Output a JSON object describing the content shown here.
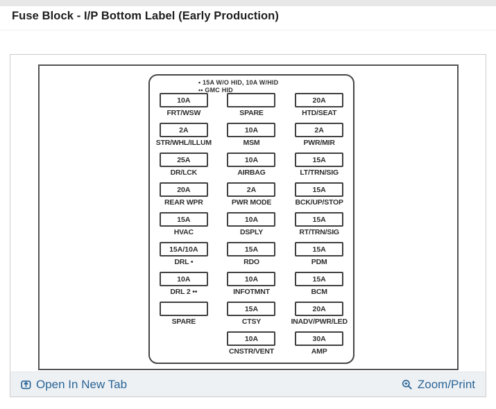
{
  "page": {
    "title": "Fuse Block - I/P Bottom Label (Early Production)"
  },
  "toolbar": {
    "open_label": "Open In New Tab",
    "zoom_label": "Zoom/Print"
  },
  "colors": {
    "link_blue": "#2a6496",
    "diagram_ink": "#3f3f3f",
    "toolbar_bg": "#eef1f4",
    "top_strip": "#e8e8e8"
  },
  "diagram": {
    "legend": [
      "• 15A W/O HID, 10A W/HID",
      "•• GMC HID"
    ],
    "rows": [
      [
        {
          "amp": "10A",
          "label": "FRT/WSW"
        },
        {
          "amp": "",
          "label": "SPARE"
        },
        {
          "amp": "20A",
          "label": "HTD/SEAT"
        }
      ],
      [
        {
          "amp": "2A",
          "label": "STR/WHL/ILLUM"
        },
        {
          "amp": "10A",
          "label": "MSM"
        },
        {
          "amp": "2A",
          "label": "PWR/MIR"
        }
      ],
      [
        {
          "amp": "25A",
          "label": "DR/LCK"
        },
        {
          "amp": "10A",
          "label": "AIRBAG"
        },
        {
          "amp": "15A",
          "label": "LT/TRN/SIG"
        }
      ],
      [
        {
          "amp": "20A",
          "label": "REAR WPR"
        },
        {
          "amp": "2A",
          "label": "PWR MODE"
        },
        {
          "amp": "15A",
          "label": "BCK/UP/STOP"
        }
      ],
      [
        {
          "amp": "15A",
          "label": "HVAC"
        },
        {
          "amp": "10A",
          "label": "DSPLY"
        },
        {
          "amp": "15A",
          "label": "RT/TRN/SIG"
        }
      ],
      [
        {
          "amp": "15A/10A",
          "label": "DRL •"
        },
        {
          "amp": "15A",
          "label": "RDO"
        },
        {
          "amp": "15A",
          "label": "PDM"
        }
      ],
      [
        {
          "amp": "10A",
          "label": "DRL 2 ••"
        },
        {
          "amp": "10A",
          "label": "INFOTMNT"
        },
        {
          "amp": "15A",
          "label": "BCM"
        }
      ],
      [
        {
          "amp": "",
          "label": "SPARE"
        },
        {
          "amp": "15A",
          "label": "CTSY"
        },
        {
          "amp": "20A",
          "label": "INADV/PWR/LED"
        }
      ],
      [
        null,
        {
          "amp": "10A",
          "label": "CNSTR/VENT"
        },
        {
          "amp": "30A",
          "label": "AMP"
        }
      ]
    ]
  }
}
